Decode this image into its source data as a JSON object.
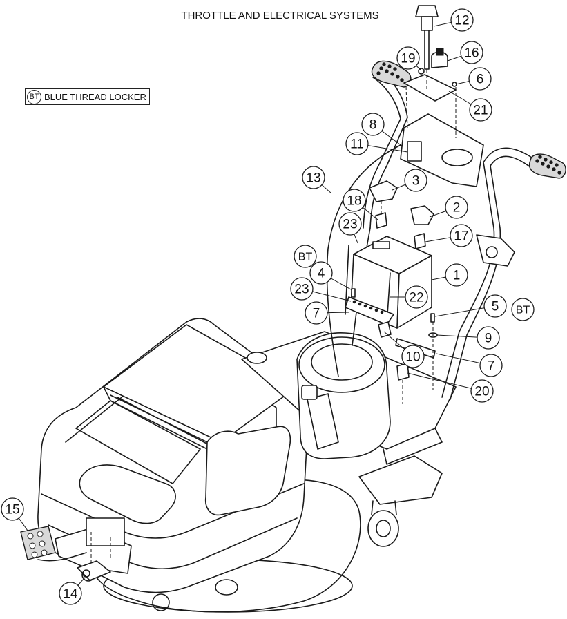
{
  "title": "THROTTLE AND ELECTRICAL SYSTEMS",
  "legend": {
    "symbol": "BT",
    "text": "BLUE THREAD LOCKER"
  },
  "callouts": [
    {
      "label": "12"
    },
    {
      "label": "19"
    },
    {
      "label": "16"
    },
    {
      "label": "6"
    },
    {
      "label": "21"
    },
    {
      "label": "8"
    },
    {
      "label": "11"
    },
    {
      "label": "13"
    },
    {
      "label": "3"
    },
    {
      "label": "18"
    },
    {
      "label": "2"
    },
    {
      "label": "23"
    },
    {
      "label": "17"
    },
    {
      "label": "BT"
    },
    {
      "label": "4"
    },
    {
      "label": "1"
    },
    {
      "label": "23"
    },
    {
      "label": "22"
    },
    {
      "label": "7"
    },
    {
      "label": "5"
    },
    {
      "label": "BT"
    },
    {
      "label": "9"
    },
    {
      "label": "10"
    },
    {
      "label": "7"
    },
    {
      "label": "20"
    },
    {
      "label": "15"
    },
    {
      "label": "14"
    }
  ]
}
